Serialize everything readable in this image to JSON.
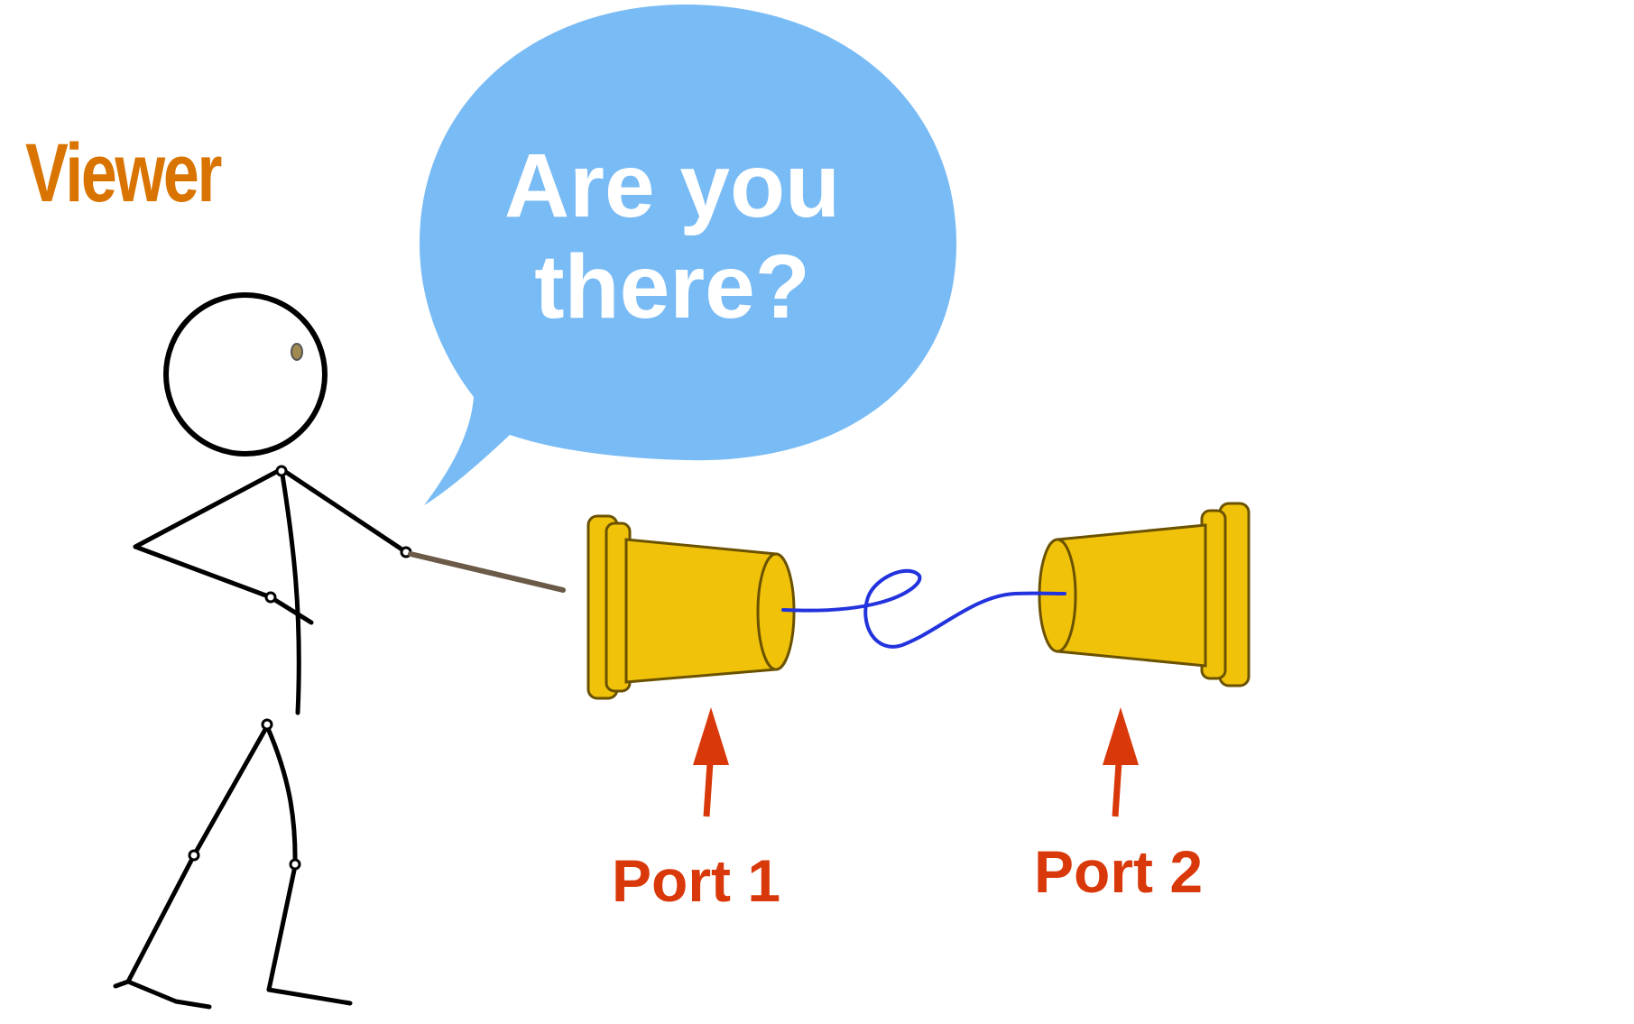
{
  "viewer": {
    "label": "Viewer"
  },
  "speech_bubble": {
    "line1": "Are you",
    "line2": "there?"
  },
  "ports": [
    {
      "label": "Port 1"
    },
    {
      "label": "Port 2"
    }
  ],
  "colors": {
    "viewer_label": "#d97400",
    "bubble_fill": "#79bbf5",
    "bubble_text": "#ffffff",
    "cup_fill": "#f0c30a",
    "cup_outline": "#6b5200",
    "string": "#2233dd",
    "port_label": "#d9390a",
    "arrow": "#d9390a",
    "figure_stroke": "#000000",
    "stick": "#6b5a48"
  },
  "icons": {
    "figure": "stick-figure",
    "cup": "tin-can-cup",
    "arrow": "up-arrow"
  }
}
